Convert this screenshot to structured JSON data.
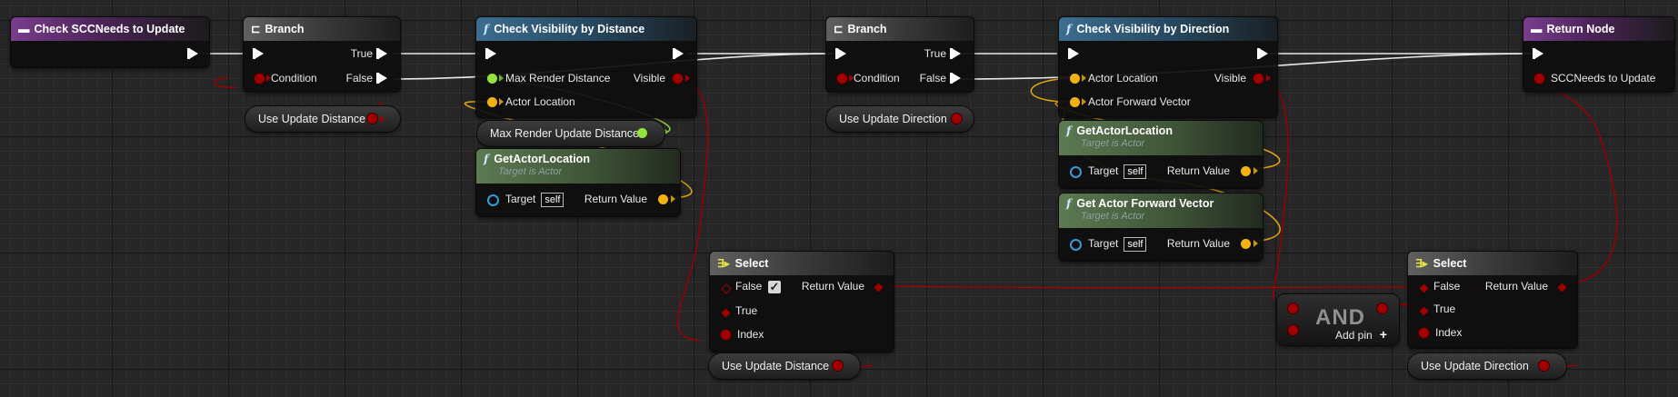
{
  "colors": {
    "exec": "#ffffff",
    "bool": "#a00000",
    "float": "#93e33b",
    "vector": "#f3b212",
    "object": "#3a9ad6"
  },
  "nodes": {
    "event": {
      "title": "Check SCCNeeds to Update",
      "icon": "function-entry-icon"
    },
    "branch1": {
      "title": "Branch",
      "icon": "branch-icon",
      "true_label": "True",
      "false_label": "False",
      "condition_label": "Condition"
    },
    "check_distance": {
      "title": "Check Visibility by Distance",
      "icon": "function-icon",
      "pin_max_render": "Max Render Distance",
      "pin_actor_location": "Actor Location",
      "pin_visible": "Visible"
    },
    "get_actor_location_1": {
      "title": "GetActorLocation",
      "subtitle": "Target is Actor",
      "target_label": "Target",
      "self_label": "self",
      "return_label": "Return Value"
    },
    "branch2": {
      "title": "Branch",
      "icon": "branch-icon",
      "true_label": "True",
      "false_label": "False",
      "condition_label": "Condition"
    },
    "check_direction": {
      "title": "Check Visibility by Direction",
      "icon": "function-icon",
      "pin_actor_location": "Actor Location",
      "pin_forward": "Actor Forward Vector",
      "pin_visible": "Visible"
    },
    "get_actor_location_2": {
      "title": "GetActorLocation",
      "subtitle": "Target is Actor",
      "target_label": "Target",
      "self_label": "self",
      "return_label": "Return Value"
    },
    "get_forward": {
      "title": "Get Actor Forward Vector",
      "subtitle": "Target is Actor",
      "target_label": "Target",
      "self_label": "self",
      "return_label": "Return Value"
    },
    "select1": {
      "title": "Select",
      "icon": "select-icon",
      "false_label": "False",
      "true_label": "True",
      "index_label": "Index",
      "return_label": "Return Value"
    },
    "and_node": {
      "title": "AND",
      "add_pin_label": "Add pin",
      "add_icon": "plus-icon"
    },
    "select2": {
      "title": "Select",
      "icon": "select-icon",
      "false_label": "False",
      "true_label": "True",
      "index_label": "Index",
      "return_label": "Return Value"
    },
    "return_node": {
      "title": "Return Node",
      "icon": "function-return-icon",
      "pin_label": "SCCNeeds to Update"
    }
  },
  "variables": {
    "use_update_distance_1": "Use Update Distance",
    "max_render_update_distance": "Max Render Update Distance",
    "use_update_direction_1": "Use Update Direction",
    "use_update_distance_2": "Use Update Distance",
    "use_update_direction_2": "Use Update Direction"
  }
}
